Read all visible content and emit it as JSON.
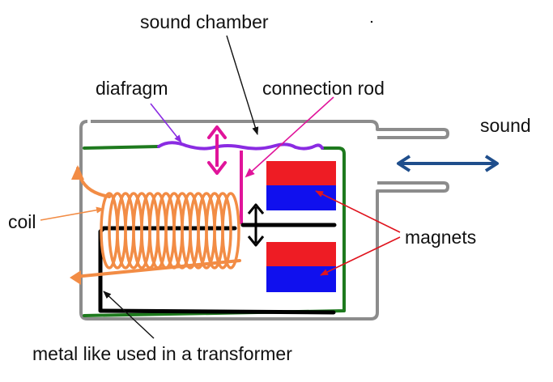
{
  "labels": {
    "sound_chamber": "sound chamber",
    "diafragm": "diafragm",
    "connection_rod": "connection rod",
    "sound": "sound",
    "coil": "coil",
    "magnets": "magnets",
    "metal": "metal like used in a transformer"
  },
  "colors": {
    "housing": "#8c8c8c",
    "frame": "#1e7a1e",
    "diaphragm": "#8a2be2",
    "rod": "#e0149a",
    "coil": "#f28c45",
    "core": "#000000",
    "magnet_top": "#ee1c24",
    "magnet_bottom": "#1010ee",
    "sound_arrow": "#1f4e8c",
    "label_text": "#111111"
  },
  "icons": {
    "diaphragm_motion": "double-arrow-vertical-magenta",
    "armature_motion": "double-arrow-vertical-black",
    "sound_wave": "double-arrow-horizontal-blue"
  }
}
